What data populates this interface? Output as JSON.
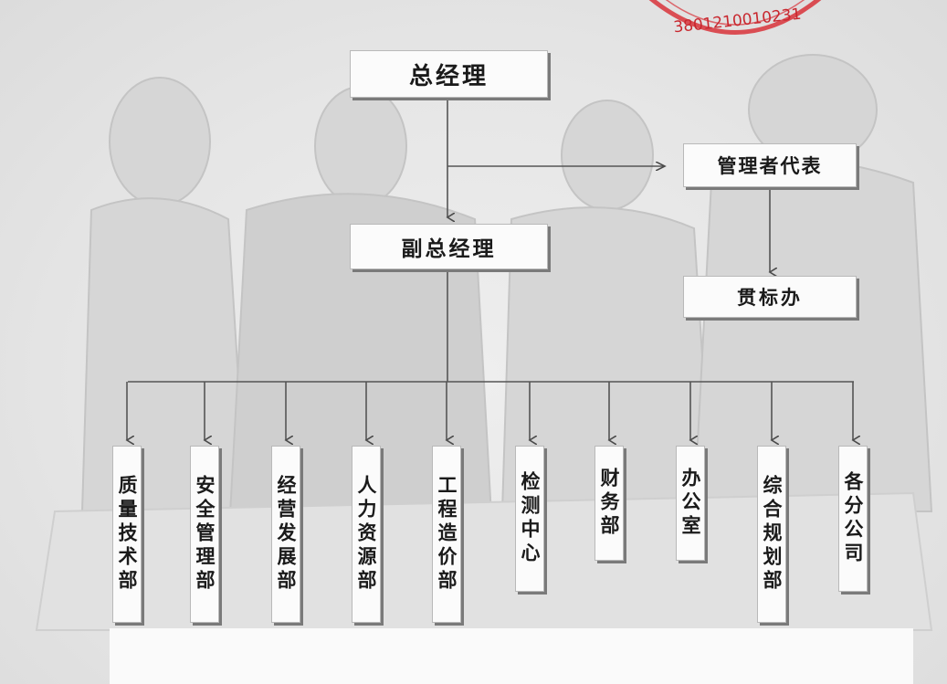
{
  "chart": {
    "top": "总经理",
    "rep": "管理者代表",
    "deputy": "副总经理",
    "office": "贯标办",
    "departments": [
      {
        "label": "质量技术部"
      },
      {
        "label": "安全管理部"
      },
      {
        "label": "经营发展部"
      },
      {
        "label": "人力资源部"
      },
      {
        "label": "工程造价部"
      },
      {
        "label": "检测中心"
      },
      {
        "label": "财务部"
      },
      {
        "label": "办公室"
      },
      {
        "label": "综合规划部"
      },
      {
        "label": "各分公司"
      }
    ]
  },
  "seal": {
    "number": "3801210010231"
  },
  "colors": {
    "ink": "#1a1a1a",
    "line": "#555555",
    "box": "#fbfbfb",
    "seal": "#d8333a"
  }
}
